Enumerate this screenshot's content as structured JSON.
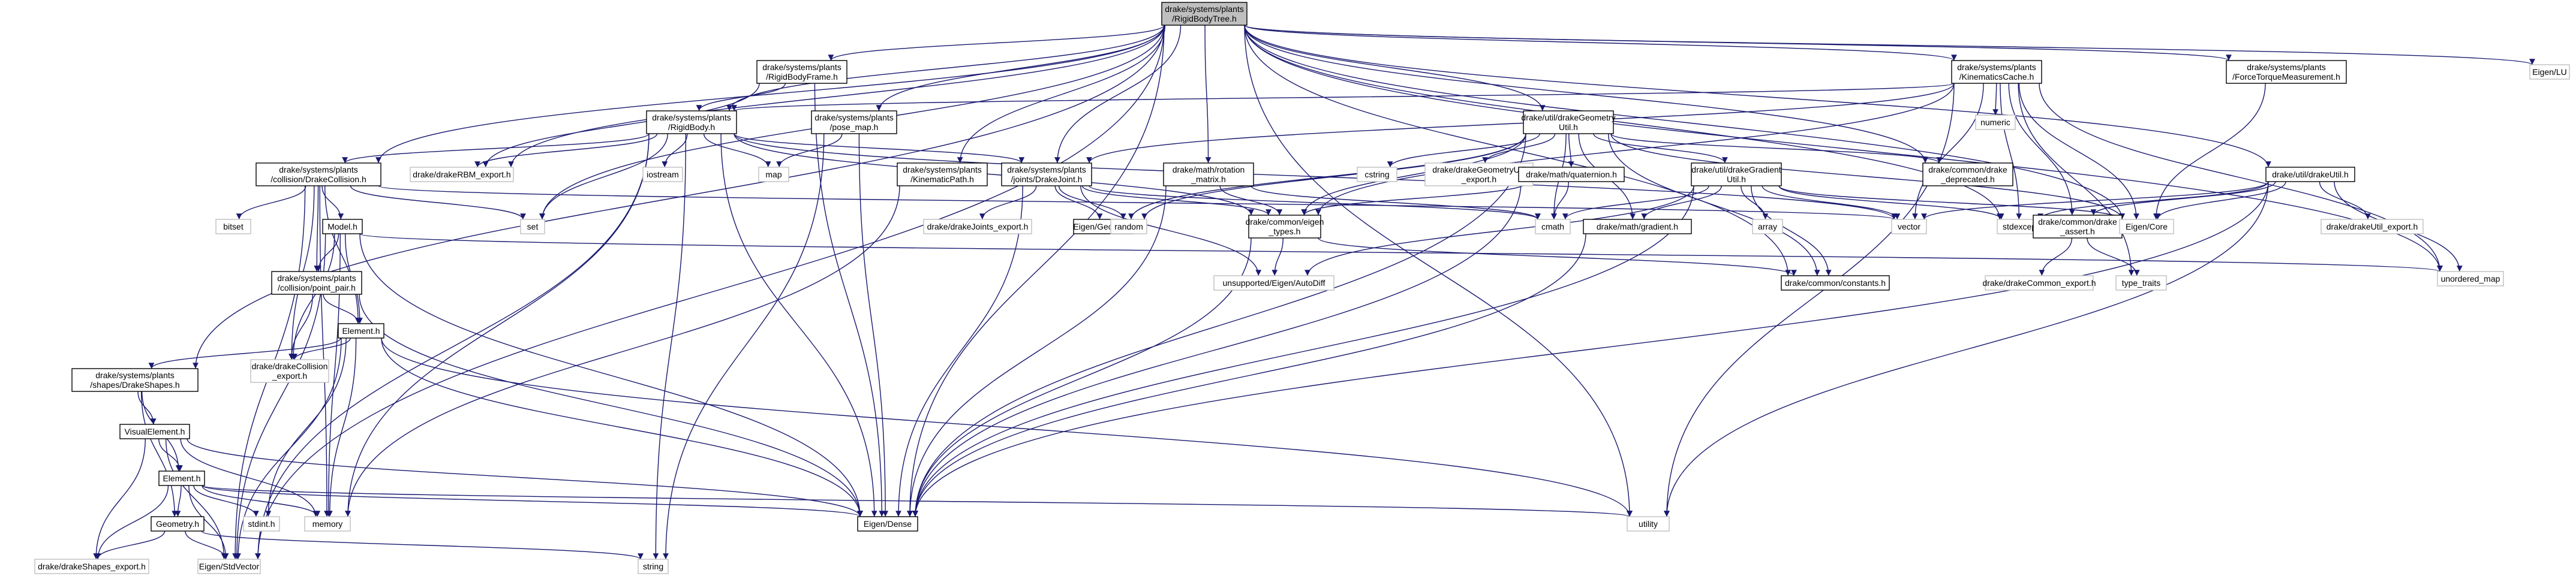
{
  "root": {
    "label": [
      "drake/systems/plants",
      "/RigidBodyTree.h"
    ]
  },
  "nodes": {
    "rbframe": {
      "label": [
        "drake/systems/plants",
        "/RigidBodyFrame.h"
      ]
    },
    "kincache": {
      "label": [
        "drake/systems/plants",
        "/KinematicsCache.h"
      ]
    },
    "ftm": {
      "label": [
        "drake/systems/plants",
        "/ForceTorqueMeasurement.h"
      ]
    },
    "eigenlu": {
      "label": [
        "Eigen/LU"
      ]
    },
    "rigidbody": {
      "label": [
        "drake/systems/plants",
        "/RigidBody.h"
      ]
    },
    "posemap": {
      "label": [
        "drake/systems/plants",
        "/pose_map.h"
      ]
    },
    "geomutil": {
      "label": [
        "drake/util/drakeGeometry",
        "Util.h"
      ]
    },
    "numeric": {
      "label": [
        "numeric"
      ]
    },
    "drakecoll": {
      "label": [
        "drake/systems/plants",
        "/collision/DrakeCollision.h"
      ]
    },
    "rbmexport": {
      "label": [
        "drake/drakeRBM_export.h"
      ]
    },
    "iostream": {
      "label": [
        "iostream"
      ]
    },
    "map": {
      "label": [
        "map"
      ]
    },
    "kinpath": {
      "label": [
        "drake/systems/plants",
        "/KinematicPath.h"
      ]
    },
    "drakejoint": {
      "label": [
        "drake/systems/plants",
        "/joints/DrakeJoint.h"
      ]
    },
    "rotmat": {
      "label": [
        "drake/math/rotation",
        "_matrix.h"
      ]
    },
    "cstring": {
      "label": [
        "cstring"
      ]
    },
    "geomutilexport": {
      "label": [
        "drake/drakeGeometryUtil",
        "_export.h"
      ]
    },
    "quaternion": {
      "label": [
        "drake/math/quaternion.h"
      ]
    },
    "gradutil": {
      "label": [
        "drake/util/drakeGradient",
        "Util.h"
      ]
    },
    "deprecated": {
      "label": [
        "drake/common/drake",
        "_deprecated.h"
      ]
    },
    "drakeutil": {
      "label": [
        "drake/util/drakeUtil.h"
      ]
    },
    "bitset": {
      "label": [
        "bitset"
      ]
    },
    "set": {
      "label": [
        "set"
      ]
    },
    "jointsexport": {
      "label": [
        "drake/drakeJoints_export.h"
      ]
    },
    "eigengeom": {
      "label": [
        "Eigen/Geometry"
      ]
    },
    "random": {
      "label": [
        "random"
      ]
    },
    "eigentypes": {
      "label": [
        "drake/common/eigen",
        "_types.h"
      ]
    },
    "cmath": {
      "label": [
        "cmath"
      ]
    },
    "gradient": {
      "label": [
        "drake/math/gradient.h"
      ]
    },
    "array": {
      "label": [
        "array"
      ]
    },
    "vector": {
      "label": [
        "vector"
      ]
    },
    "stdexcept": {
      "label": [
        "stdexcept"
      ]
    },
    "drakeassert": {
      "label": [
        "drake/common/drake",
        "_assert.h"
      ]
    },
    "eigencore": {
      "label": [
        "Eigen/Core"
      ]
    },
    "utilexport": {
      "label": [
        "drake/drakeUtil_export.h"
      ]
    },
    "unorderedmap": {
      "label": [
        "unordered_map"
      ]
    },
    "model": {
      "label": [
        "Model.h"
      ]
    },
    "pointpair": {
      "label": [
        "drake/systems/plants",
        "/collision/point_pair.h"
      ]
    },
    "autodiff": {
      "label": [
        "unsupported/Eigen/AutoDiff"
      ]
    },
    "constants": {
      "label": [
        "drake/common/constants.h"
      ]
    },
    "commonexport": {
      "label": [
        "drake/drakeCommon_export.h"
      ]
    },
    "typetraits": {
      "label": [
        "type_traits"
      ]
    },
    "element1": {
      "label": [
        "Element.h"
      ]
    },
    "collexport": {
      "label": [
        "drake/drakeCollision",
        "_export.h"
      ]
    },
    "drakeshapes": {
      "label": [
        "drake/systems/plants",
        "/shapes/DrakeShapes.h"
      ]
    },
    "visualelem": {
      "label": [
        "VisualElement.h"
      ]
    },
    "element2": {
      "label": [
        "Element.h"
      ]
    },
    "stdint": {
      "label": [
        "stdint.h"
      ]
    },
    "memory": {
      "label": [
        "memory"
      ]
    },
    "eigendense": {
      "label": [
        "Eigen/Dense"
      ]
    },
    "utility": {
      "label": [
        "utility"
      ]
    },
    "geometry": {
      "label": [
        "Geometry.h"
      ]
    },
    "shapesexport": {
      "label": [
        "drake/drakeShapes_export.h"
      ]
    },
    "stdvector": {
      "label": [
        "Eigen/StdVector"
      ]
    },
    "string": {
      "label": [
        "string"
      ]
    }
  },
  "edges": [
    [
      "root",
      "rbframe"
    ],
    [
      "root",
      "kincache"
    ],
    [
      "root",
      "ftm"
    ],
    [
      "root",
      "eigenlu"
    ],
    [
      "root",
      "rigidbody"
    ],
    [
      "root",
      "posemap"
    ],
    [
      "root",
      "geomutil"
    ],
    [
      "root",
      "drakecoll"
    ],
    [
      "root",
      "rbmexport"
    ],
    [
      "root",
      "kinpath"
    ],
    [
      "root",
      "drakejoint"
    ],
    [
      "root",
      "rotmat"
    ],
    [
      "root",
      "deprecated"
    ],
    [
      "root",
      "drakeutil"
    ],
    [
      "root",
      "set"
    ],
    [
      "root",
      "stdexcept"
    ],
    [
      "root",
      "eigencore"
    ],
    [
      "root",
      "unorderedmap"
    ],
    [
      "root",
      "drakeshapes"
    ],
    [
      "root",
      "eigendense"
    ],
    [
      "root",
      "stdvector"
    ],
    [
      "root",
      "constants"
    ],
    [
      "root",
      "utility"
    ],
    [
      "rbframe",
      "rigidbody"
    ],
    [
      "rbframe",
      "eigendense"
    ],
    [
      "rbframe",
      "rbmexport"
    ],
    [
      "kincache",
      "rigidbody"
    ],
    [
      "kincache",
      "eigencore"
    ],
    [
      "kincache",
      "drakejoint"
    ],
    [
      "kincache",
      "numeric"
    ],
    [
      "kincache",
      "stdexcept"
    ],
    [
      "kincache",
      "unorderedmap"
    ],
    [
      "kincache",
      "vector"
    ],
    [
      "kincache",
      "drakeassert"
    ],
    [
      "kincache",
      "typetraits"
    ],
    [
      "kincache",
      "eigentypes"
    ],
    [
      "kincache",
      "utility"
    ],
    [
      "ftm",
      "eigencore"
    ],
    [
      "rigidbody",
      "drakecoll"
    ],
    [
      "rigidbody",
      "rbmexport"
    ],
    [
      "rigidbody",
      "iostream"
    ],
    [
      "rigidbody",
      "map"
    ],
    [
      "rigidbody",
      "set"
    ],
    [
      "rigidbody",
      "drakejoint"
    ],
    [
      "rigidbody",
      "eigentypes"
    ],
    [
      "rigidbody",
      "eigendense"
    ],
    [
      "rigidbody",
      "memory"
    ],
    [
      "rigidbody",
      "string"
    ],
    [
      "rigidbody",
      "stdvector"
    ],
    [
      "rigidbody",
      "vector"
    ],
    [
      "posemap",
      "map"
    ],
    [
      "posemap",
      "eigendense"
    ],
    [
      "posemap",
      "string"
    ],
    [
      "geomutil",
      "eigengeom"
    ],
    [
      "geomutil",
      "cstring"
    ],
    [
      "geomutil",
      "geomutilexport"
    ],
    [
      "geomutil",
      "quaternion"
    ],
    [
      "geomutil",
      "gradutil"
    ],
    [
      "geomutil",
      "deprecated"
    ],
    [
      "geomutil",
      "eigentypes"
    ],
    [
      "geomutil",
      "random"
    ],
    [
      "geomutil",
      "cmath"
    ],
    [
      "geomutil",
      "gradient"
    ],
    [
      "geomutil",
      "constants"
    ],
    [
      "geomutil",
      "eigendense"
    ],
    [
      "geomutil",
      "eigencore"
    ],
    [
      "drakecoll",
      "bitset"
    ],
    [
      "drakecoll",
      "set"
    ],
    [
      "drakecoll",
      "model"
    ],
    [
      "drakecoll",
      "element1"
    ],
    [
      "drakecoll",
      "pointpair"
    ],
    [
      "drakecoll",
      "collexport"
    ],
    [
      "drakecoll",
      "memory"
    ],
    [
      "drakecoll",
      "vector"
    ],
    [
      "drakecoll",
      "stdvector"
    ],
    [
      "kinpath",
      "memory"
    ],
    [
      "drakejoint",
      "jointsexport"
    ],
    [
      "drakejoint",
      "eigengeom"
    ],
    [
      "drakejoint",
      "random"
    ],
    [
      "drakejoint",
      "eigentypes"
    ],
    [
      "drakejoint",
      "autodiff"
    ],
    [
      "drakejoint",
      "eigendense"
    ],
    [
      "drakejoint",
      "cmath"
    ],
    [
      "rotmat",
      "eigentypes"
    ],
    [
      "rotmat",
      "eigendense"
    ],
    [
      "rotmat",
      "cmath"
    ],
    [
      "quaternion",
      "eigentypes"
    ],
    [
      "quaternion",
      "eigendense"
    ],
    [
      "quaternion",
      "cmath"
    ],
    [
      "gradutil",
      "array"
    ],
    [
      "gradutil",
      "vector"
    ],
    [
      "gradutil",
      "cmath"
    ],
    [
      "gradutil",
      "gradient"
    ],
    [
      "gradutil",
      "stdexcept"
    ],
    [
      "gradutil",
      "autodiff"
    ],
    [
      "gradutil",
      "eigendense"
    ],
    [
      "gradutil",
      "eigencore"
    ],
    [
      "gradutil",
      "constants"
    ],
    [
      "drakeutil",
      "vector"
    ],
    [
      "drakeutil",
      "utilexport"
    ],
    [
      "drakeutil",
      "unorderedmap"
    ],
    [
      "drakeutil",
      "eigencore"
    ],
    [
      "drakeutil",
      "drakeassert"
    ],
    [
      "drakeutil",
      "stdexcept"
    ],
    [
      "drakeutil",
      "utility"
    ],
    [
      "drakeutil",
      "eigendense"
    ],
    [
      "gradient",
      "eigendense"
    ],
    [
      "eigentypes",
      "autodiff"
    ],
    [
      "eigentypes",
      "constants"
    ],
    [
      "eigentypes",
      "eigendense"
    ],
    [
      "drakeassert",
      "commonexport"
    ],
    [
      "drakeassert",
      "typetraits"
    ],
    [
      "model",
      "pointpair"
    ],
    [
      "model",
      "element1"
    ],
    [
      "model",
      "unorderedmap"
    ],
    [
      "model",
      "memory"
    ],
    [
      "model",
      "stdvector"
    ],
    [
      "model",
      "collexport"
    ],
    [
      "model",
      "eigendense"
    ],
    [
      "pointpair",
      "element1"
    ],
    [
      "pointpair",
      "collexport"
    ],
    [
      "pointpair",
      "eigendense"
    ],
    [
      "element1",
      "drakeshapes"
    ],
    [
      "element1",
      "collexport"
    ],
    [
      "element1",
      "memory"
    ],
    [
      "element1",
      "stdint"
    ],
    [
      "element1",
      "utility"
    ],
    [
      "element1",
      "eigendense"
    ],
    [
      "element1",
      "stdvector"
    ],
    [
      "drakeshapes",
      "visualelem"
    ],
    [
      "drakeshapes",
      "element2"
    ],
    [
      "drakeshapes",
      "geometry"
    ],
    [
      "visualelem",
      "element2"
    ],
    [
      "visualelem",
      "memory"
    ],
    [
      "visualelem",
      "eigendense"
    ],
    [
      "visualelem",
      "shapesexport"
    ],
    [
      "visualelem",
      "stdvector"
    ],
    [
      "element2",
      "geometry"
    ],
    [
      "element2",
      "stdint"
    ],
    [
      "element2",
      "memory"
    ],
    [
      "element2",
      "eigendense"
    ],
    [
      "element2",
      "shapesexport"
    ],
    [
      "element2",
      "stdvector"
    ],
    [
      "element2",
      "utility"
    ],
    [
      "geometry",
      "shapesexport"
    ],
    [
      "geometry",
      "stdvector"
    ],
    [
      "geometry",
      "string"
    ]
  ]
}
